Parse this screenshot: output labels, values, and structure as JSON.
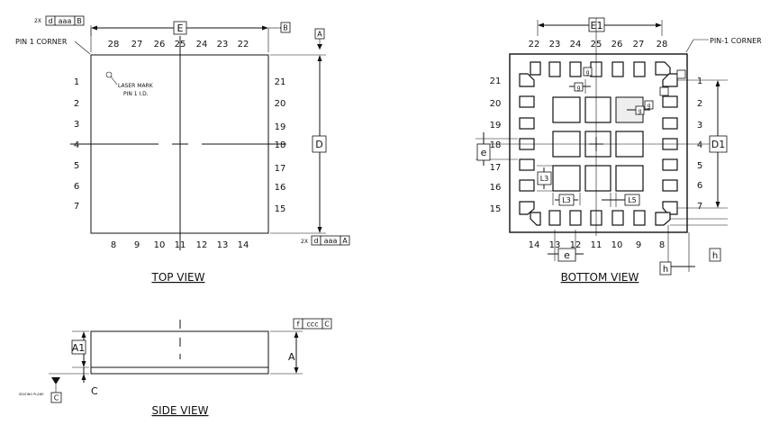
{
  "top_view": {
    "title": "TOP VIEW",
    "pin1_corner": "PIN 1 CORNER",
    "laser_mark_line1": "LASER MARK",
    "laser_mark_line2": "PIN 1 I.D.",
    "dim_E": "E",
    "dim_D": "D",
    "datum_A": "A",
    "datum_B": "B",
    "tol_top": {
      "count": "2X",
      "symbol": "d",
      "value": "aaa",
      "datum": "B"
    },
    "tol_right": {
      "count": "2X",
      "symbol": "d",
      "value": "aaa",
      "datum": "A"
    },
    "pins_top": [
      "28",
      "27",
      "26",
      "25",
      "24",
      "23",
      "22"
    ],
    "pins_left": [
      "1",
      "2",
      "3",
      "4",
      "5",
      "6",
      "7"
    ],
    "pins_right": [
      "21",
      "20",
      "19",
      "18",
      "17",
      "16",
      "15"
    ],
    "pins_bottom": [
      "8",
      "9",
      "10",
      "11",
      "12",
      "13",
      "14"
    ]
  },
  "side_view": {
    "title": "SIDE VIEW",
    "dim_A1": "A1",
    "dim_A": "A",
    "dim_C": "C",
    "seating_plane": "SEATING PLANE",
    "datum_C": "C",
    "tol": {
      "symbol": "f",
      "value": "ccc",
      "datum": "C"
    }
  },
  "bottom_view": {
    "title": "BOTTOM VIEW",
    "pin1_corner": "PIN-1 CORNER",
    "dim_E1": "E1",
    "dim_D1": "D1",
    "dim_e_left": "e",
    "dim_e_bottom": "e",
    "dim_L3_vertical": "L3",
    "dim_L3_horizontal": "L3",
    "dim_L5": "L5",
    "dim_h_bottom": "h",
    "dim_h_right": "h",
    "dim_g_top": "g",
    "dim_g_mid": "g",
    "dim_g_right1": "g",
    "dim_g_right2": "g",
    "pins_top": [
      "22",
      "23",
      "24",
      "25",
      "26",
      "27",
      "28"
    ],
    "pins_left": [
      "21",
      "20",
      "19",
      "18",
      "17",
      "16",
      "15"
    ],
    "pins_right": [
      "1",
      "2",
      "3",
      "4",
      "5",
      "6",
      "7"
    ],
    "pins_bottom": [
      "14",
      "13",
      "12",
      "11",
      "10",
      "9",
      "8"
    ]
  }
}
